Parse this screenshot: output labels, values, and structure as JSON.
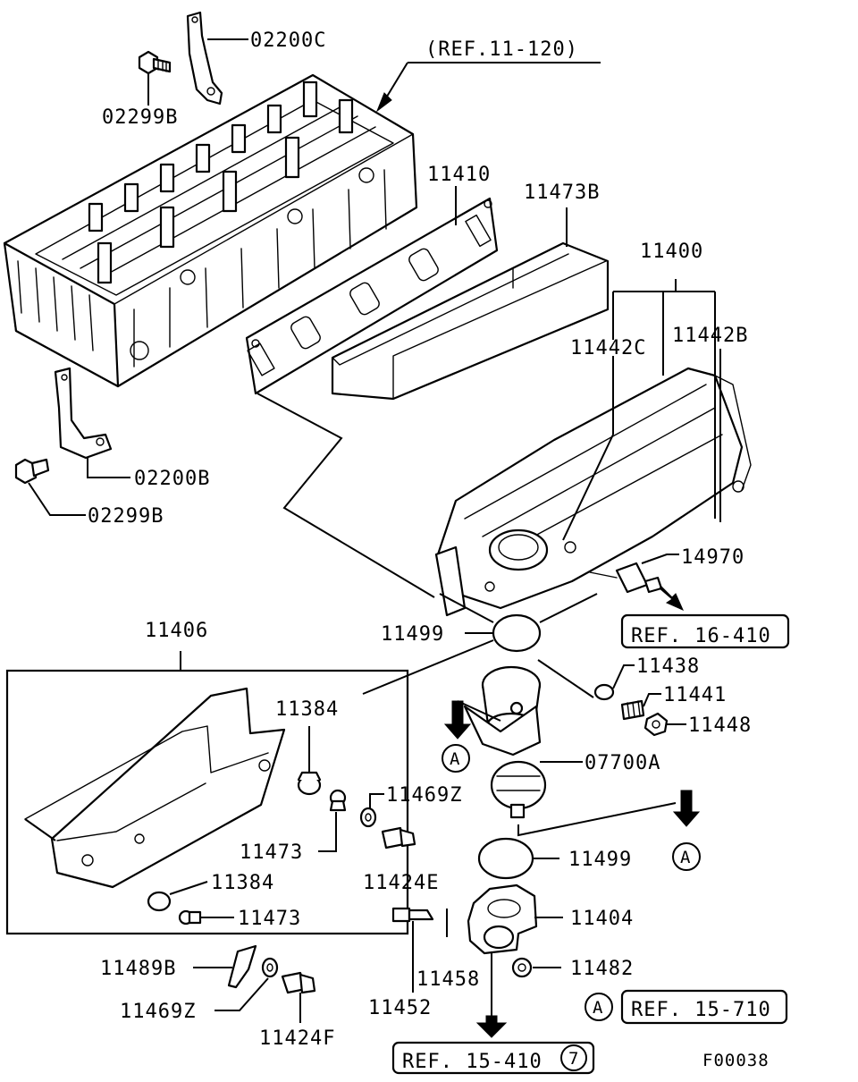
{
  "parts": {
    "p02200C": "02200C",
    "p02299B_top": "02299B",
    "ref_11_120": "(REF.11-120)",
    "p11410": "11410",
    "p11473B": "11473B",
    "p11400": "11400",
    "p11442C": "11442C",
    "p11442B": "11442B",
    "p02200B": "02200B",
    "p02299B_bottom": "02299B",
    "p14970": "14970",
    "ref_16_410": "REF. 16-410",
    "p11406": "11406",
    "p11499_top": "11499",
    "p11384_top": "11384",
    "p11438": "11438",
    "p11441": "11441",
    "p11448": "11448",
    "p07700A": "07700A",
    "marker_a_left": "A",
    "p11469Z_mid": "11469Z",
    "p11473_top": "11473",
    "p11424E": "11424E",
    "p11499_bottom": "11499",
    "marker_a_right": "A",
    "p11384_bottom": "11384",
    "p11473_bottom": "11473",
    "p11404": "11404",
    "p11489B": "11489B",
    "p11482": "11482",
    "p11469Z_bottom": "11469Z",
    "p11458": "11458",
    "marker_a_ref": "A",
    "ref_15_710": "REF. 15-710",
    "p11452": "11452",
    "p11424F": "11424F",
    "ref_15_410": "REF. 15-410",
    "ref_15_410_num": "7",
    "figure_code": "F00038"
  }
}
